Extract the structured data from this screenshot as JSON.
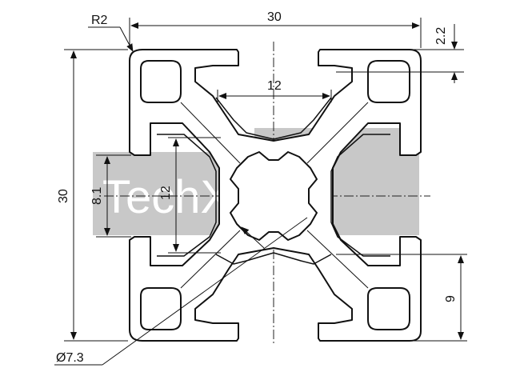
{
  "watermark": {
    "brand": "TechXXL",
    "color": "#c8c8c8"
  },
  "dimensions": {
    "radius": "R2",
    "overall_width": "30",
    "slot_depth": "2.2",
    "slot_inner_width": "12",
    "overall_height": "30",
    "slot_offset": "8.1",
    "slot_inner_height": "12",
    "core_offset": "9",
    "bore_diameter": "Ø7.3"
  }
}
